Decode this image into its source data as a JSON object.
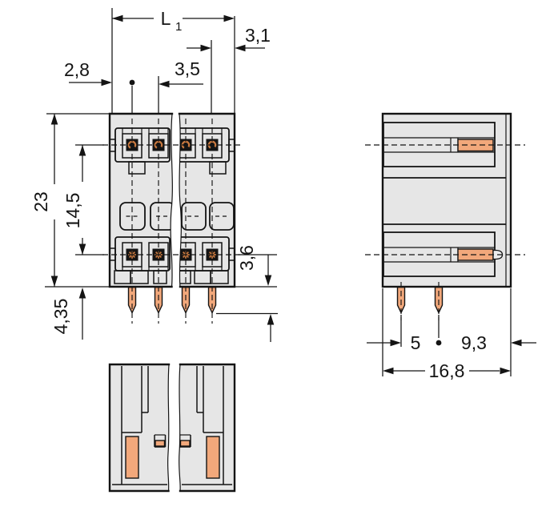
{
  "colors": {
    "bg": "#ffffff",
    "line": "#141414",
    "body_gray": "#e6e6e6",
    "copper": "#f2a87b",
    "copper_dark": "#c9793f",
    "tip_gray": "#ededed"
  },
  "dimensions": {
    "length_l1": {
      "main": "L",
      "sub": "1"
    },
    "right_edge_offset": "3,1",
    "left_edge_offset": "2,8",
    "pole_pitch": "3,5",
    "total_height": "23",
    "contact_row_spacing": "14,5",
    "lower_row_to_bottom": "3,6",
    "pin_length": "4,35",
    "pin_row_spacing": "5",
    "pin_to_edge": "9,3",
    "total_depth": "16,8"
  }
}
